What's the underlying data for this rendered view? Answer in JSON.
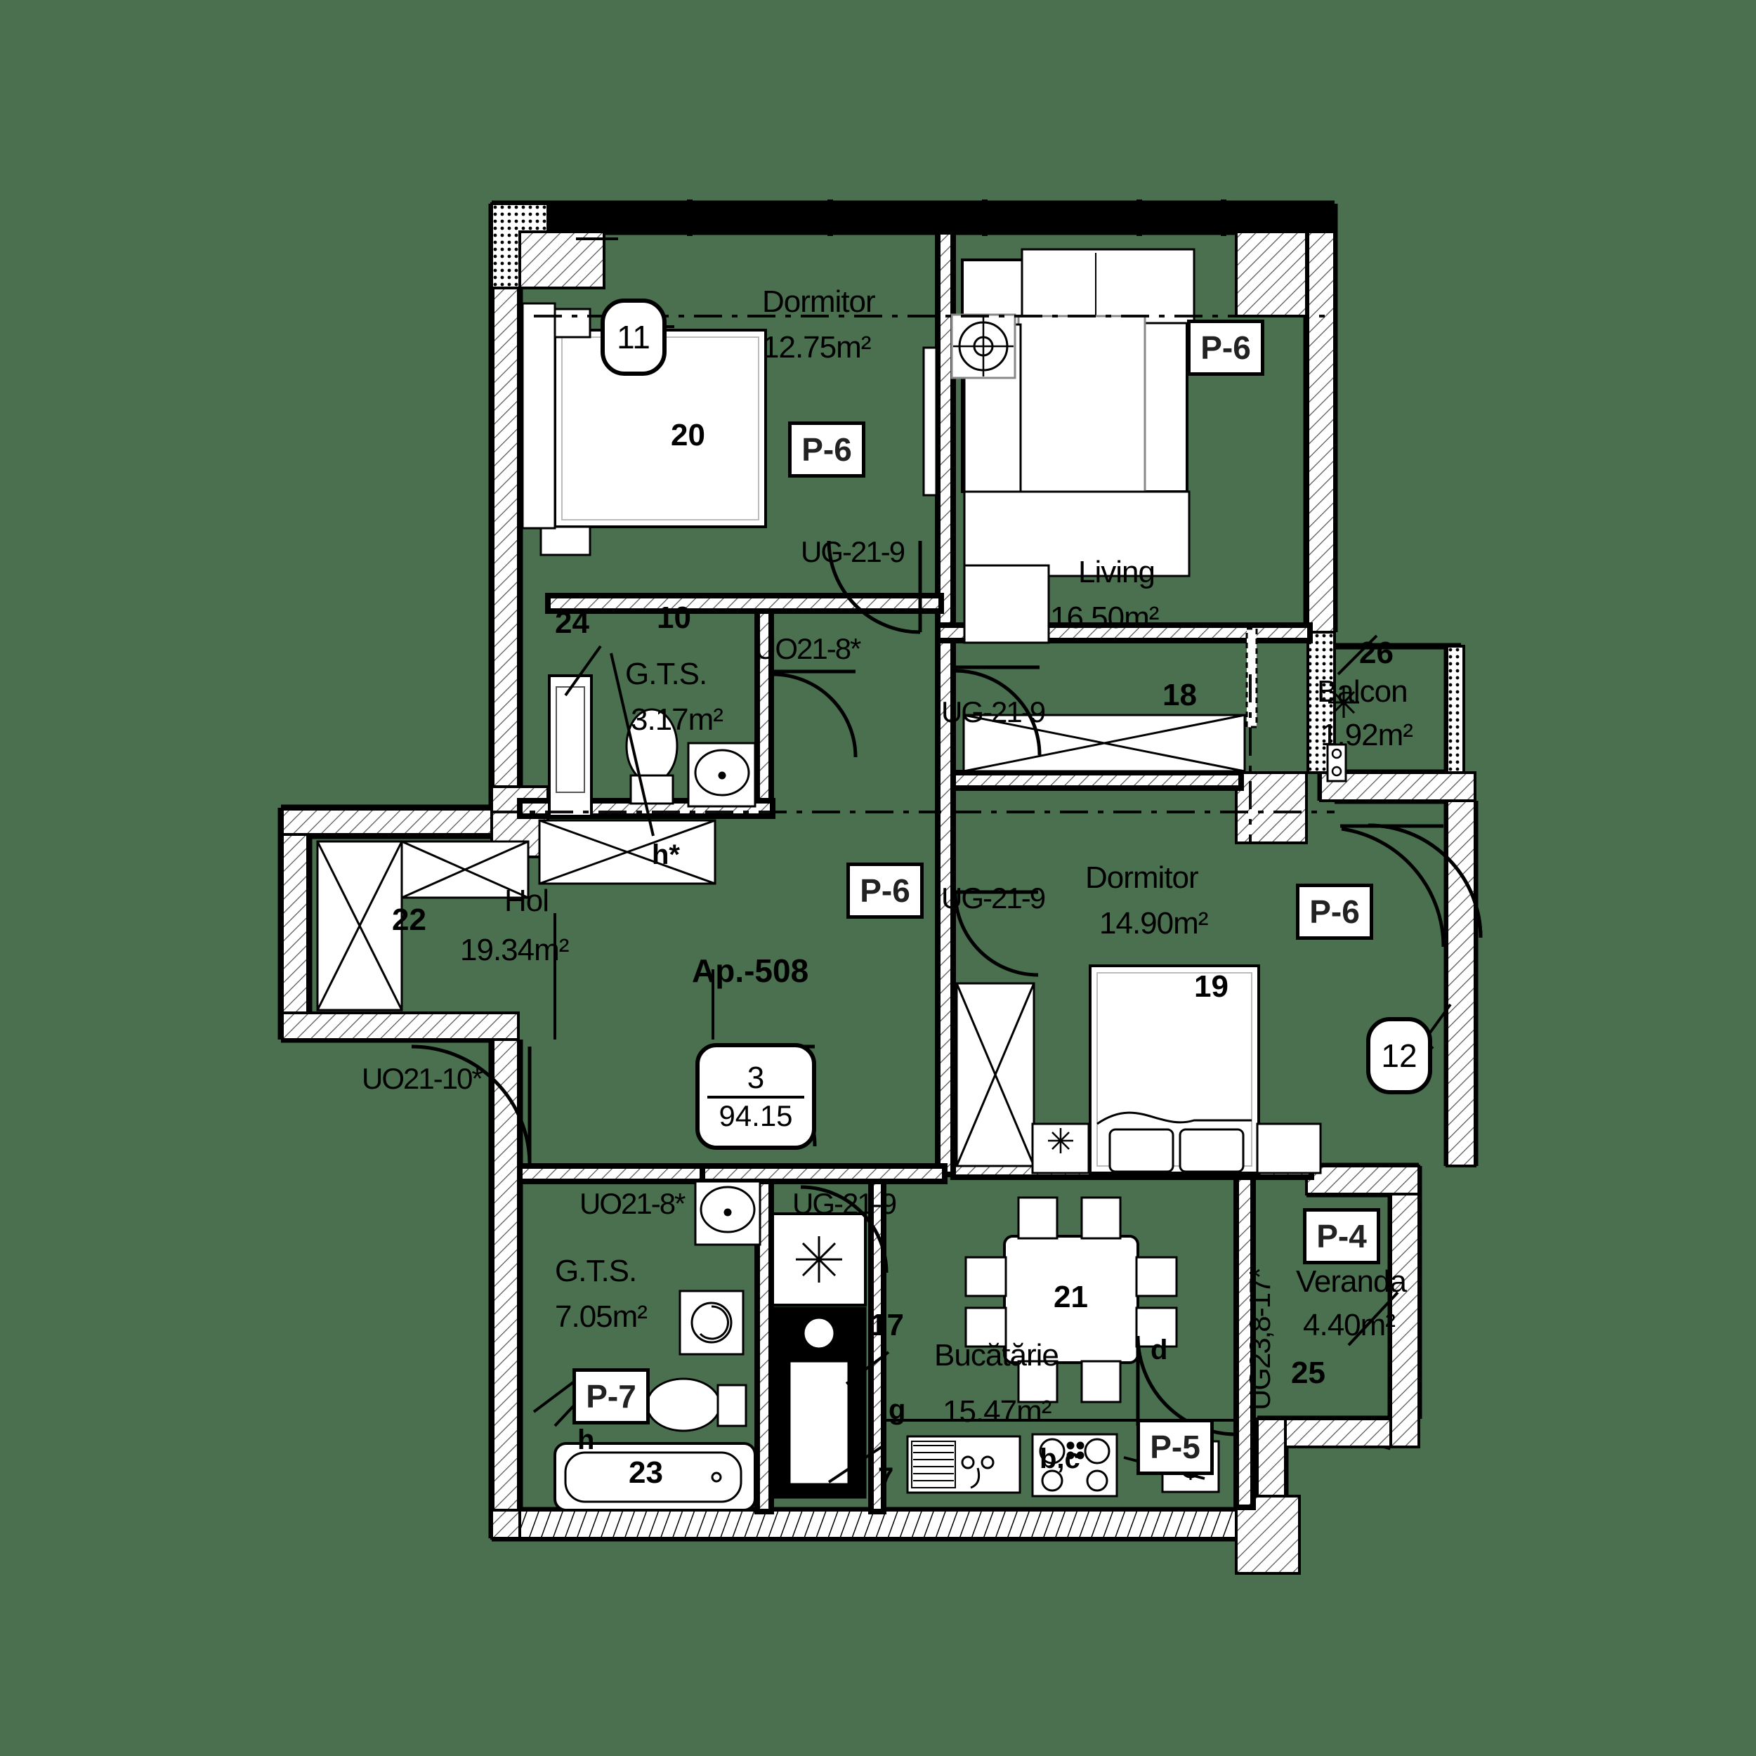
{
  "plan": {
    "apartment_label": "Ap.-508",
    "apartment_stamp": {
      "number": "3",
      "area": "94.15"
    },
    "background_color": "#4a7050",
    "ink_color": "#000000"
  },
  "rooms": [
    {
      "id": "dormitor-1",
      "name": "Dormitor",
      "area": "12.75m²",
      "furniture_tag": "20"
    },
    {
      "id": "living",
      "name": "Living",
      "area": "16.50m²",
      "furniture_tag": "18"
    },
    {
      "id": "gts-1",
      "name": "G.T.S.",
      "area": "3.17m²",
      "furniture_tag": "10"
    },
    {
      "id": "hol",
      "name": "Hol",
      "area": "19.34m²",
      "furniture_tag": "22"
    },
    {
      "id": "dormitor-2",
      "name": "Dormitor",
      "area": "14.90m²",
      "furniture_tag": "19"
    },
    {
      "id": "balcon",
      "name": "Balcon",
      "area": "1.92m²",
      "furniture_tag": "26"
    },
    {
      "id": "gts-2",
      "name": "G.T.S.",
      "area": "7.05m²",
      "furniture_tag": "23"
    },
    {
      "id": "bucatarie",
      "name": "Bucătărie",
      "area": "15.47m²",
      "furniture_tag": "21"
    },
    {
      "id": "veranda",
      "name": "Veranda",
      "area": "4.40m²",
      "furniture_tag": "25"
    }
  ],
  "markers": {
    "m10": "10",
    "m11": "11",
    "m12": "12",
    "m17": "17",
    "m18": "18",
    "m19": "19",
    "m20": "20",
    "m21": "21",
    "m22": "22",
    "m23": "23",
    "m24": "24",
    "m25": "25",
    "m26": "26",
    "m7": "7",
    "mb_c": "b,c",
    "md": "d",
    "mg": "g",
    "mh": "h",
    "mh_star": "h*"
  },
  "door_window_codes": {
    "ug_21_9_a": "UG-21-9",
    "ug_21_9_b": "UG-21-9",
    "ug_21_9_c": "UG-21-9",
    "ug_21_9_d": "UG-21-9",
    "uo21_8_a": "UO21-8*",
    "uo21_8_b": "UO21-8*",
    "uo21_10": "UO21-10*",
    "ug23_8_17": "UG23,8-17*"
  },
  "p_tags": {
    "p6_a": "P-6",
    "p6_b": "P-6",
    "p6_c": "P-6",
    "p6_d": "P-6",
    "p7": "P-7",
    "p4": "P-4",
    "p5": "P-5"
  }
}
